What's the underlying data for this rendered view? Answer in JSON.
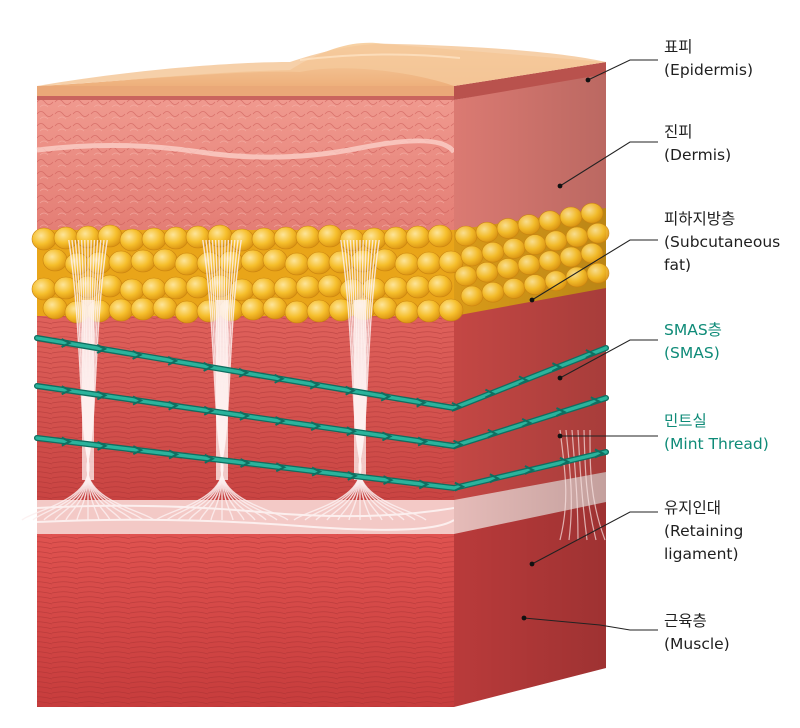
{
  "colors": {
    "epidermis": "#f3c08e",
    "dermis": "#e9867f",
    "fat": "#f2b320",
    "muscle": "#d94e4c",
    "ligament": "#f5d2d0",
    "thread": "#1f9a86",
    "accent_text": "#0f8b78",
    "leader": "#222222"
  },
  "labels": [
    {
      "id": "epidermis",
      "ko": "표피",
      "en": "(Epidermis)",
      "accent": false
    },
    {
      "id": "dermis",
      "ko": "진피",
      "en": "(Dermis)",
      "accent": false
    },
    {
      "id": "subcutaneous-fat",
      "ko": "피하지방층",
      "en": "(Subcutaneous",
      "en2": "fat)",
      "accent": false
    },
    {
      "id": "smas",
      "ko": "SMAS층",
      "en": "(SMAS)",
      "accent": true
    },
    {
      "id": "mint-thread",
      "ko": "민트실",
      "en": "(Mint Thread)",
      "accent": true
    },
    {
      "id": "retaining-ligament",
      "ko": "유지인대",
      "en": "(Retaining",
      "en2": "ligament)",
      "accent": false
    },
    {
      "id": "muscle",
      "ko": "근육층",
      "en": "(Muscle)",
      "accent": false
    }
  ]
}
